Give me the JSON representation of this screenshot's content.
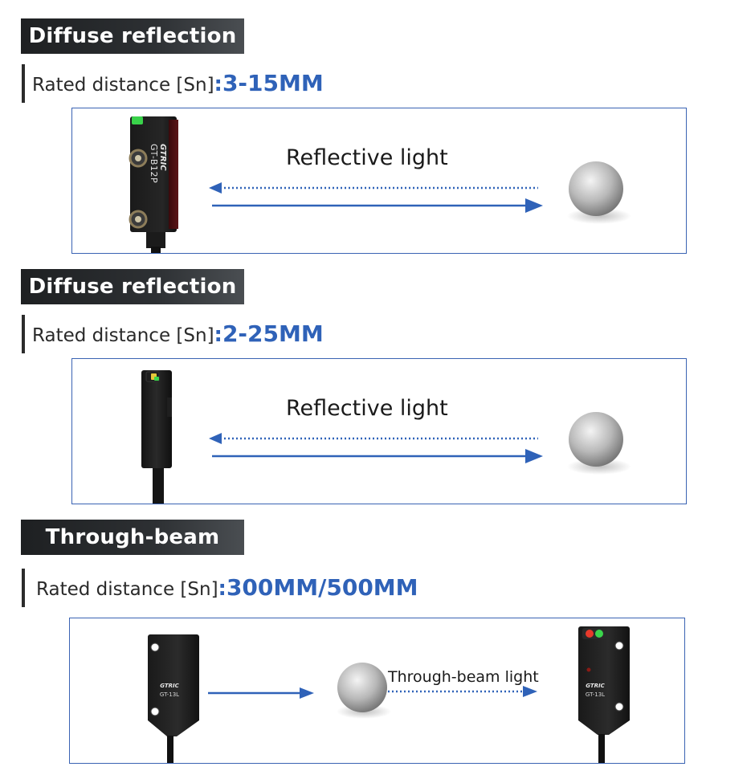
{
  "sections": [
    {
      "tag": "Diffuse reflection",
      "rated_label": "Rated distance [Sn]",
      "rated_colon": ":",
      "rated_value": "3-15MM",
      "light_label": "Reflective light",
      "sensor_text_1": "GTRIC",
      "sensor_text_2": "GT-B12P"
    },
    {
      "tag": "Diffuse reflection",
      "rated_label": "Rated distance [Sn]",
      "rated_colon": ":",
      "rated_value": "2-25MM",
      "light_label": "Reflective light"
    },
    {
      "tag": "Through-beam",
      "rated_label": "Rated distance [Sn]",
      "rated_colon": ":",
      "rated_value": "300MM/500MM",
      "light_label": "Through-beam light",
      "emitter_brand": "GTRIC",
      "emitter_model": "GT-13L",
      "receiver_brand": "GTRIC",
      "receiver_model": "GT-13L"
    }
  ],
  "colors": {
    "accent_blue": "#2f62b8",
    "panel_border": "#3a63b3",
    "tag_bg": "#222426"
  }
}
